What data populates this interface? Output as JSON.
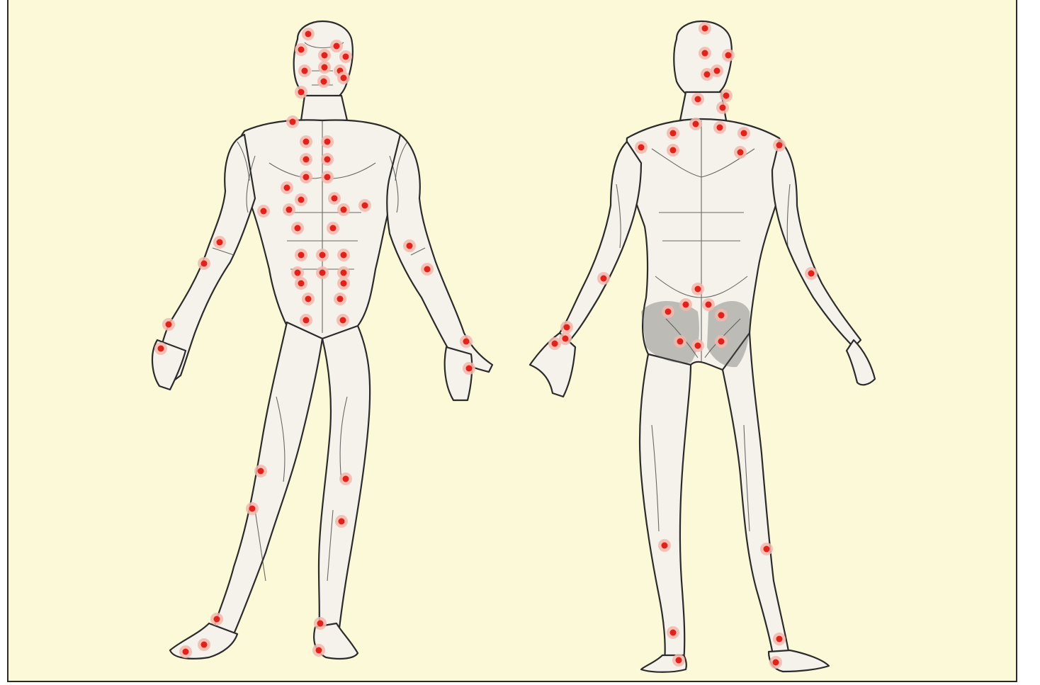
{
  "colors": {
    "background": "#fcf9d9",
    "frame_border": "#2a2a2a",
    "point_halo": "#f3b7ad",
    "point_core": "#e0221a",
    "line_art": "#2b2b2b"
  },
  "figures": [
    {
      "name": "front-view",
      "icon": "anatomical-figure-front"
    },
    {
      "name": "back-view",
      "icon": "anatomical-figure-back"
    }
  ],
  "markers": {
    "icon": "tender-point-dot"
  }
}
